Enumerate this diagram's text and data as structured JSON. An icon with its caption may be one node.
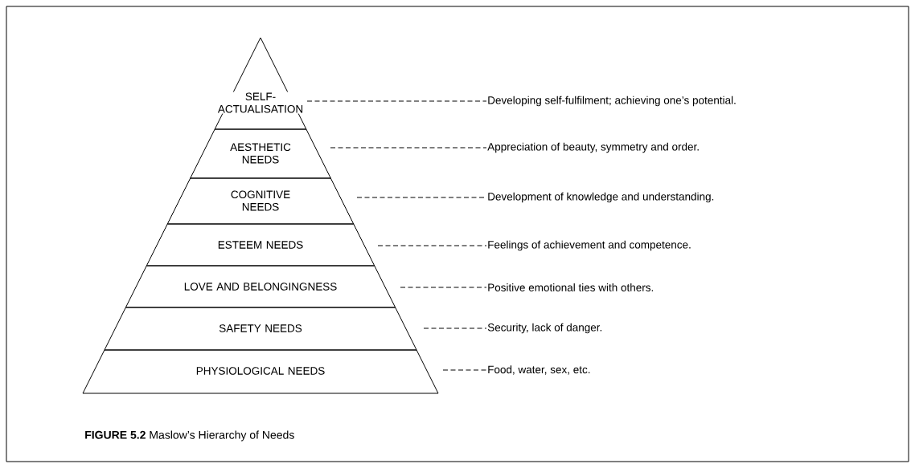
{
  "diagram": {
    "caption": "**FIGURE 5.2** Maslow’s Hierarchy of Needs",
    "nodes": [
      {
        "text": [
          "SELF-ACTUALISATION"
        ]
      },
      {
        "text": [
          "AESTHETIC NEEDS"
        ]
      },
      {
        "text": [
          "COGNITIVE NEEDS"
        ]
      },
      {
        "text": [
          "ESTEEM NEEDS"
        ]
      },
      {
        "text": [
          "LOVE AND BELONGINGNESS"
        ]
      },
      {
        "text": [
          "SAFETY NEEDS"
        ]
      },
      {
        "text": [
          "PHYSIOLOGICAL NEEDS"
        ]
      },
      {
        "text": [
          "Developing self-fulfilment; achieving one’s potential."
        ]
      },
      {
        "text": [
          "Appreciation of beauty, symmetry and order."
        ]
      },
      {
        "text": [
          "Development of knowledge and understanding."
        ]
      },
      {
        "text": [
          "Feelings of achievement and competence."
        ]
      },
      {
        "text": [
          "Positive emotional ties with others."
        ]
      },
      {
        "text": [
          "Security, lack of danger."
        ]
      },
      {
        "text": [
          "Food, water, sex, etc."
        ]
      }
    ],
    "edges": [
      {
        "from": 0,
        "to": 7,
        "arrow": "none",
        "style": "dashed"
      },
      {
        "from": 1,
        "to": 8,
        "arrow": "none",
        "style": "dashed"
      },
      {
        "from": 2,
        "to": 9,
        "arrow": "none",
        "style": "dashed"
      },
      {
        "from": 3,
        "to": 10,
        "arrow": "none",
        "style": "dashed"
      },
      {
        "from": 4,
        "to": 11,
        "arrow": "none",
        "style": "dashed"
      },
      {
        "from": 5,
        "to": 12,
        "arrow": "none",
        "style": "dashed"
      },
      {
        "from": 6,
        "to": 13,
        "arrow": "none",
        "style": "dashed"
      }
    ]
  }
}
